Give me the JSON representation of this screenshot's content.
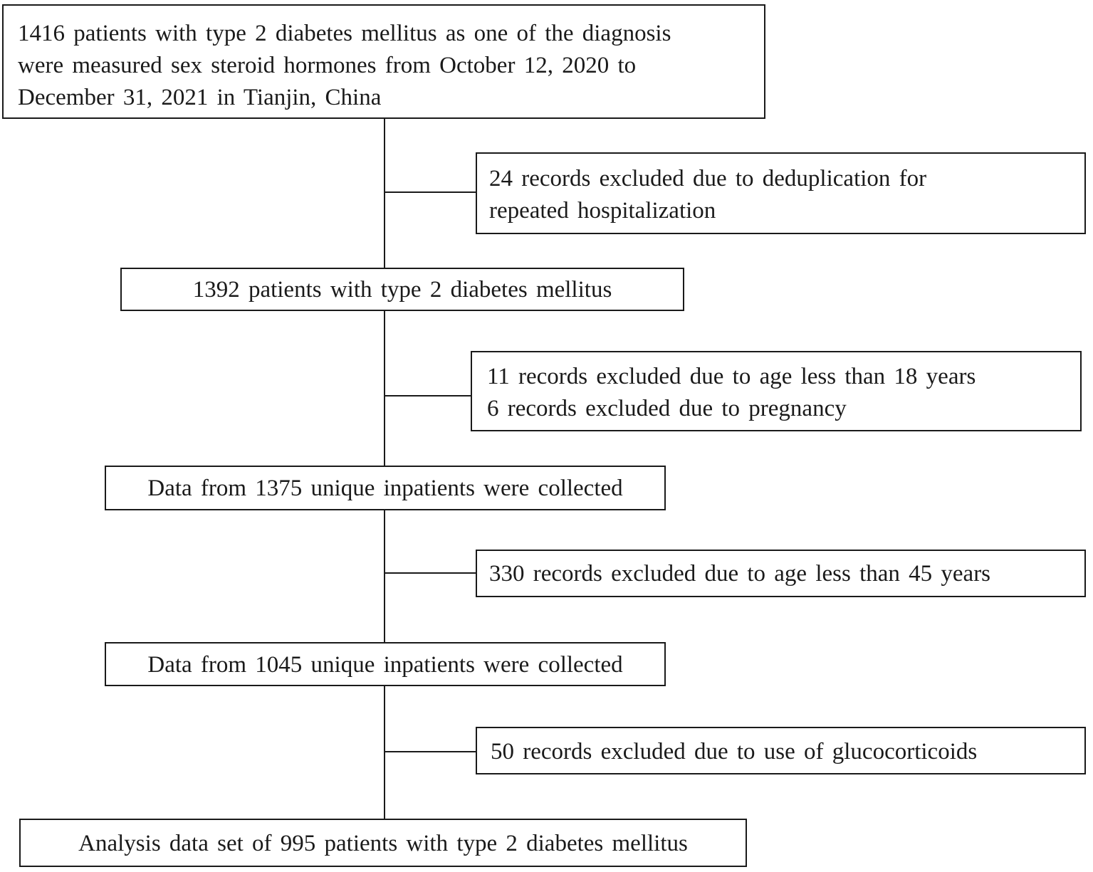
{
  "flowchart": {
    "start": {
      "lines": [
        "1416 patients with type 2 diabetes mellitus  as one of the diagnosis",
        "were measured sex steroid hormones from October 12, 2020  to",
        "December 31, 2021  in Tianjin,  China"
      ]
    },
    "exclusion_1": {
      "lines": [
        "24 records excluded due to deduplication  for",
        "repeated hospitalization"
      ]
    },
    "step_2": {
      "text": "1392 patients with type 2 diabetes mellitus"
    },
    "exclusion_2": {
      "lines": [
        "11 records excluded due to age less than 18 years",
        "6 records excluded due to pregnancy"
      ]
    },
    "step_3": {
      "text": "Data from 1375 unique inpatients were collected"
    },
    "exclusion_3": {
      "text": "330 records excluded due to age less than 45 years"
    },
    "step_4": {
      "text": "Data from 1045 unique inpatients were collected"
    },
    "exclusion_4": {
      "text": "50 records excluded due to use of  glucocorticoids"
    },
    "final": {
      "text": "Analysis data set of 995 patients with type 2 diabetes mellitus"
    }
  },
  "colors": {
    "stroke": "#1a1a1a",
    "background": "#ffffff"
  }
}
